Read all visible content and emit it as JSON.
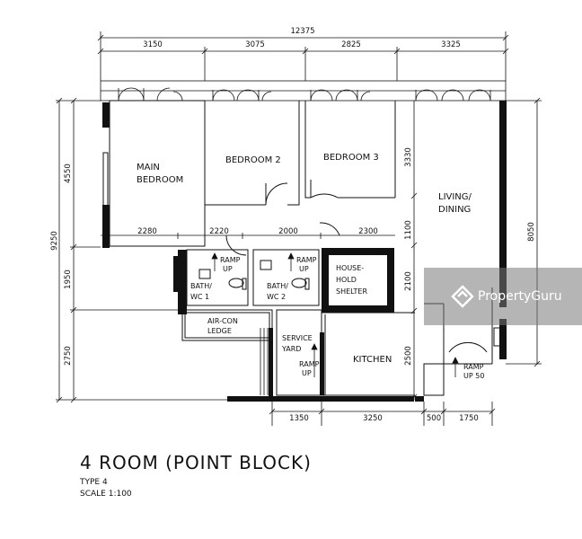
{
  "plan": {
    "total_width": "12375",
    "top_dims": [
      "3150",
      "3075",
      "2825",
      "3325"
    ],
    "left_total": "9250",
    "left_dims": [
      "4550",
      "1950",
      "2750"
    ],
    "right_dim": "8050",
    "inner_dims": [
      "3330",
      "1100",
      "2100",
      "2500"
    ],
    "mid_dims": [
      "2280",
      "2220",
      "2000",
      "2300"
    ],
    "bottom_dims": [
      "1350",
      "3250",
      "500",
      "1750"
    ],
    "rooms": {
      "main_bedroom": [
        "MAIN",
        "BEDROOM"
      ],
      "bedroom2": "BEDROOM 2",
      "bedroom3": "BEDROOM 3",
      "living": [
        "LIVING/",
        "DINING"
      ],
      "bath1": [
        "BATH/",
        "WC 1"
      ],
      "bath2": [
        "BATH/",
        "WC 2"
      ],
      "shelter": [
        "HOUSE-",
        "HOLD",
        "SHELTER"
      ],
      "aircon": [
        "AIR-CON",
        "LEDGE"
      ],
      "service": [
        "SERVICE",
        "YARD"
      ],
      "kitchen": "KITCHEN"
    },
    "ramps": {
      "ramp1": [
        "RAMP",
        "UP"
      ],
      "ramp2": [
        "RAMP",
        "UP"
      ],
      "ramp3": [
        "RAMP",
        "UP"
      ],
      "ramp4": [
        "RAMP",
        "UP 50"
      ]
    }
  },
  "title": "4 ROOM (POINT BLOCK)",
  "type_label": "TYPE 4",
  "scale_label": "SCALE 1:100",
  "watermark": "PropertyGuru"
}
